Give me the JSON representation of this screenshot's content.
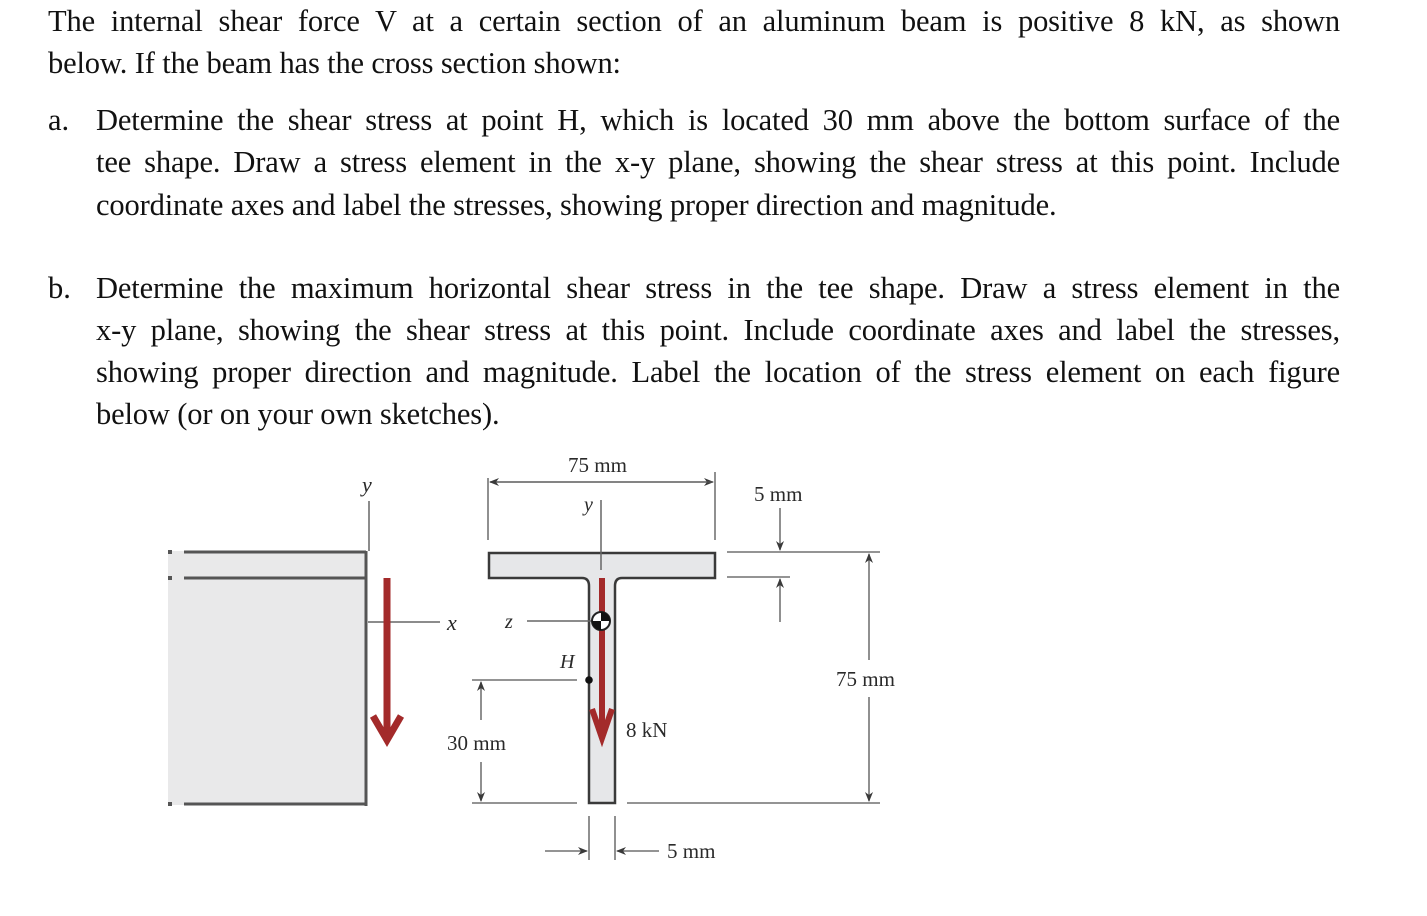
{
  "intro": {
    "lines": [
      "The internal shear force V at a certain section of an aluminum beam is positive 8 kN, as shown",
      "below. If the beam has the cross section shown:"
    ]
  },
  "part_a": {
    "marker": "a.",
    "lines": [
      "Determine the shear stress at point H, which is located 30 mm above the bottom surface of the",
      "tee shape. Draw a stress element in the x-y plane, showing the shear stress at this point. Include",
      "coordinate axes and label the stresses, showing proper direction and magnitude."
    ]
  },
  "part_b": {
    "marker": "b.",
    "lines": [
      "Determine the maximum horizontal shear stress in the tee shape. Draw a stress element in the",
      "x-y plane, showing the shear stress at this point. Include coordinate axes and label the stresses,",
      "showing proper direction and magnitude. Label the location of the stress element on each figure",
      "below (or on your own sketches)."
    ]
  },
  "figure": {
    "side_view": {
      "axis_y": "y",
      "axis_x": "x"
    },
    "cross_section": {
      "axis_y": "y",
      "axis_z": "z",
      "point_label": "H",
      "flange_width": "75 mm",
      "flange_thickness": "5 mm",
      "overall_depth": "75 mm",
      "web_thickness": "5 mm",
      "point_h_height": "30 mm",
      "shear_force": "8 kN"
    },
    "colors": {
      "shear_arrow": "#a32a2a",
      "section_fill": "#e6e7e9",
      "outline": "#3a3a3a"
    }
  }
}
